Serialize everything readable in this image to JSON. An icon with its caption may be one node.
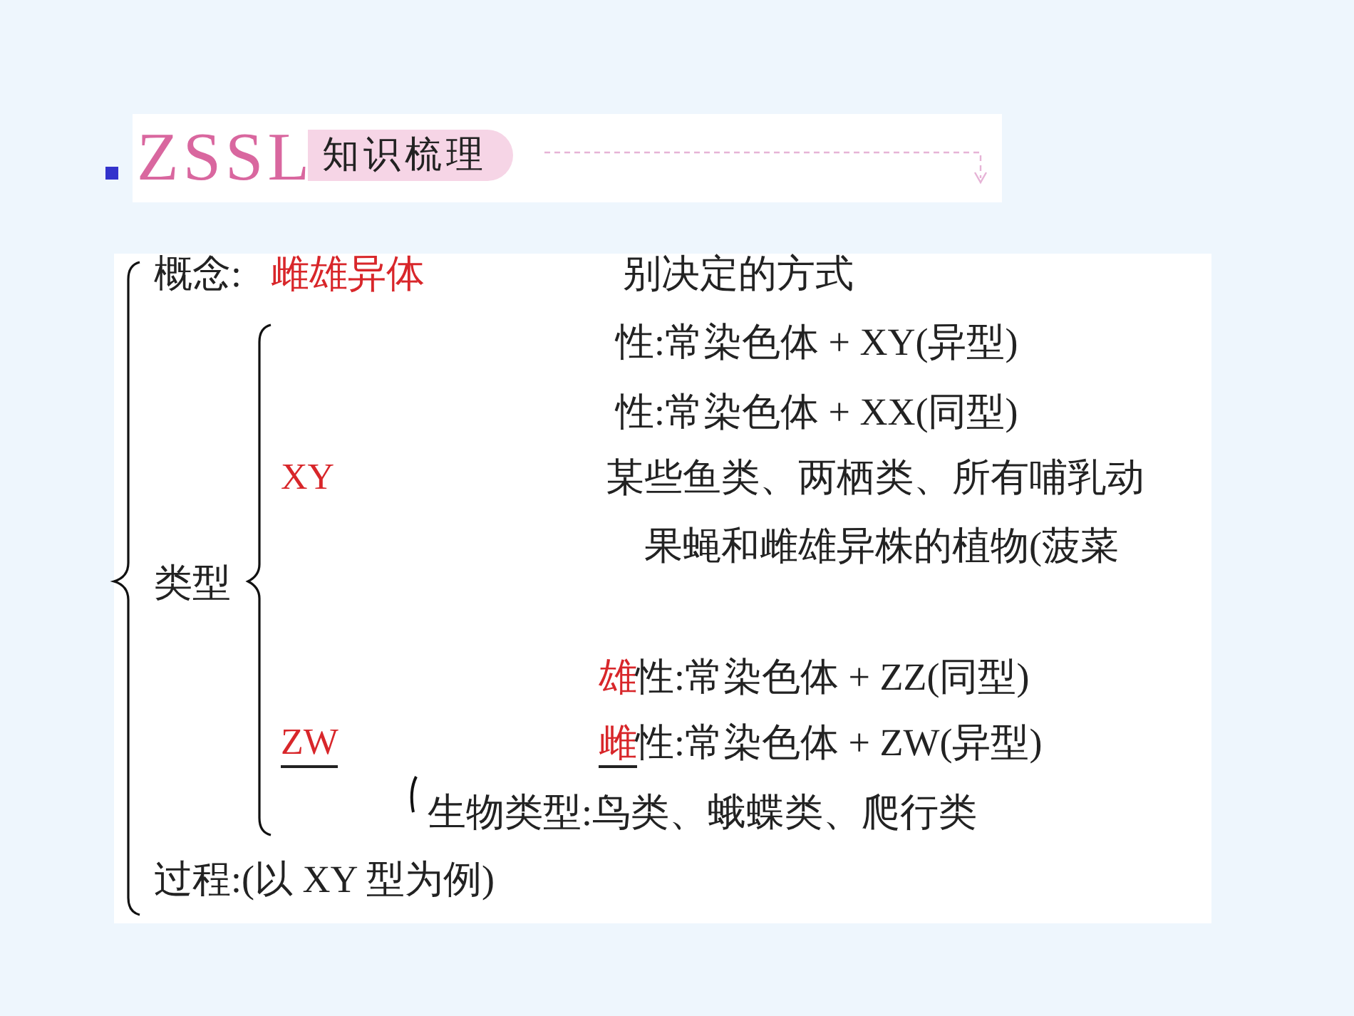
{
  "diagram": {
    "labels": [
      "ZSSL",
      "知识梳理",
      "概念:",
      "雌雄异体",
      "别决定的方式",
      "性:常染色体 + XY(异型)",
      "性:常染色体 + XX(同型)",
      "XY",
      "某些鱼类、两栖类、所有哺乳动",
      "果蝇和雌雄异株的植物(菠菜",
      "类型",
      "雄",
      "性:常染色体 + ZZ(同型)",
      "ZW",
      "雌",
      "性:常染色体 + ZW(异型)",
      "生物类型:鸟类、蛾蝶类、爬行类",
      "过程:(以 XY 型为例)"
    ]
  }
}
